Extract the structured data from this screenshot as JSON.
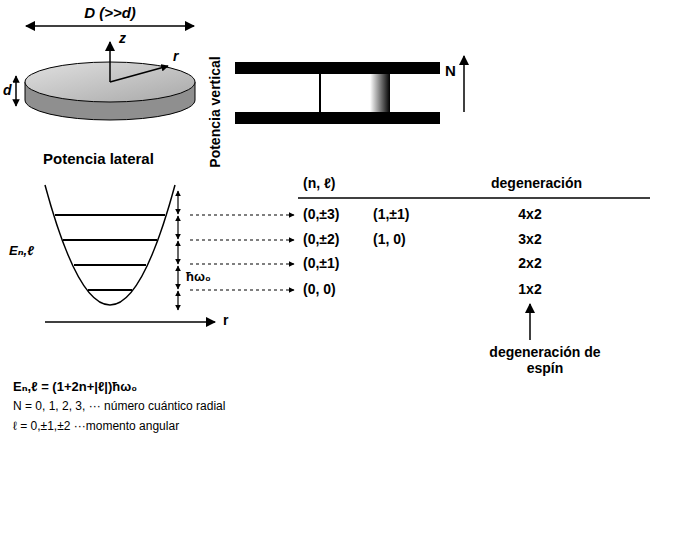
{
  "diagram": {
    "labels": [
      "D (>>d)",
      "z",
      "r",
      "d",
      "Potencia vertical",
      "N",
      "Potencia lateral",
      "(n, ℓ)",
      "degeneración",
      "(0,±3)",
      "(1,±1)",
      "4x2",
      "(0,±2)",
      "(1, 0)",
      "3x2",
      "(0,±1)",
      "2x2",
      "(0, 0)",
      "1x2",
      "degeneración de espín",
      "Eₙ,ℓ",
      "ħω₀",
      "r",
      "Eₙ,ℓ = (1+2n+|ℓ|)ħω₀",
      "N = 0, 1, 2, 3, ··· número cuántico radial",
      "ℓ = 0,±1,±2 ···momento angular"
    ]
  }
}
